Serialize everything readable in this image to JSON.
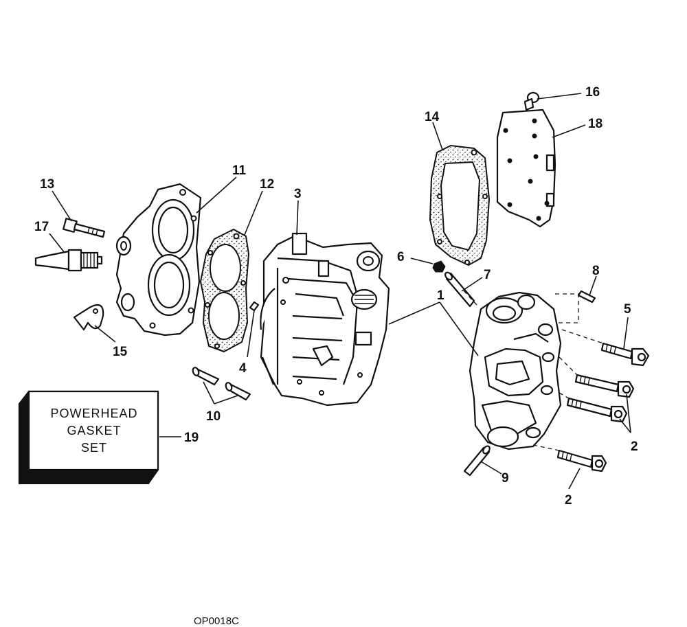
{
  "callouts": {
    "c1": "1",
    "c2a": "2",
    "c2b": "2",
    "c3": "3",
    "c4": "4",
    "c5": "5",
    "c6": "6",
    "c7": "7",
    "c8": "8",
    "c9": "9",
    "c10": "10",
    "c11": "11",
    "c12": "12",
    "c13": "13",
    "c14": "14",
    "c15": "15",
    "c16": "16",
    "c17": "17",
    "c18": "18",
    "c19": "19"
  },
  "gasket_set_box": {
    "line1": "POWERHEAD",
    "line2": "GASKET",
    "line3": "SET"
  },
  "figure_code": "OP0018C"
}
